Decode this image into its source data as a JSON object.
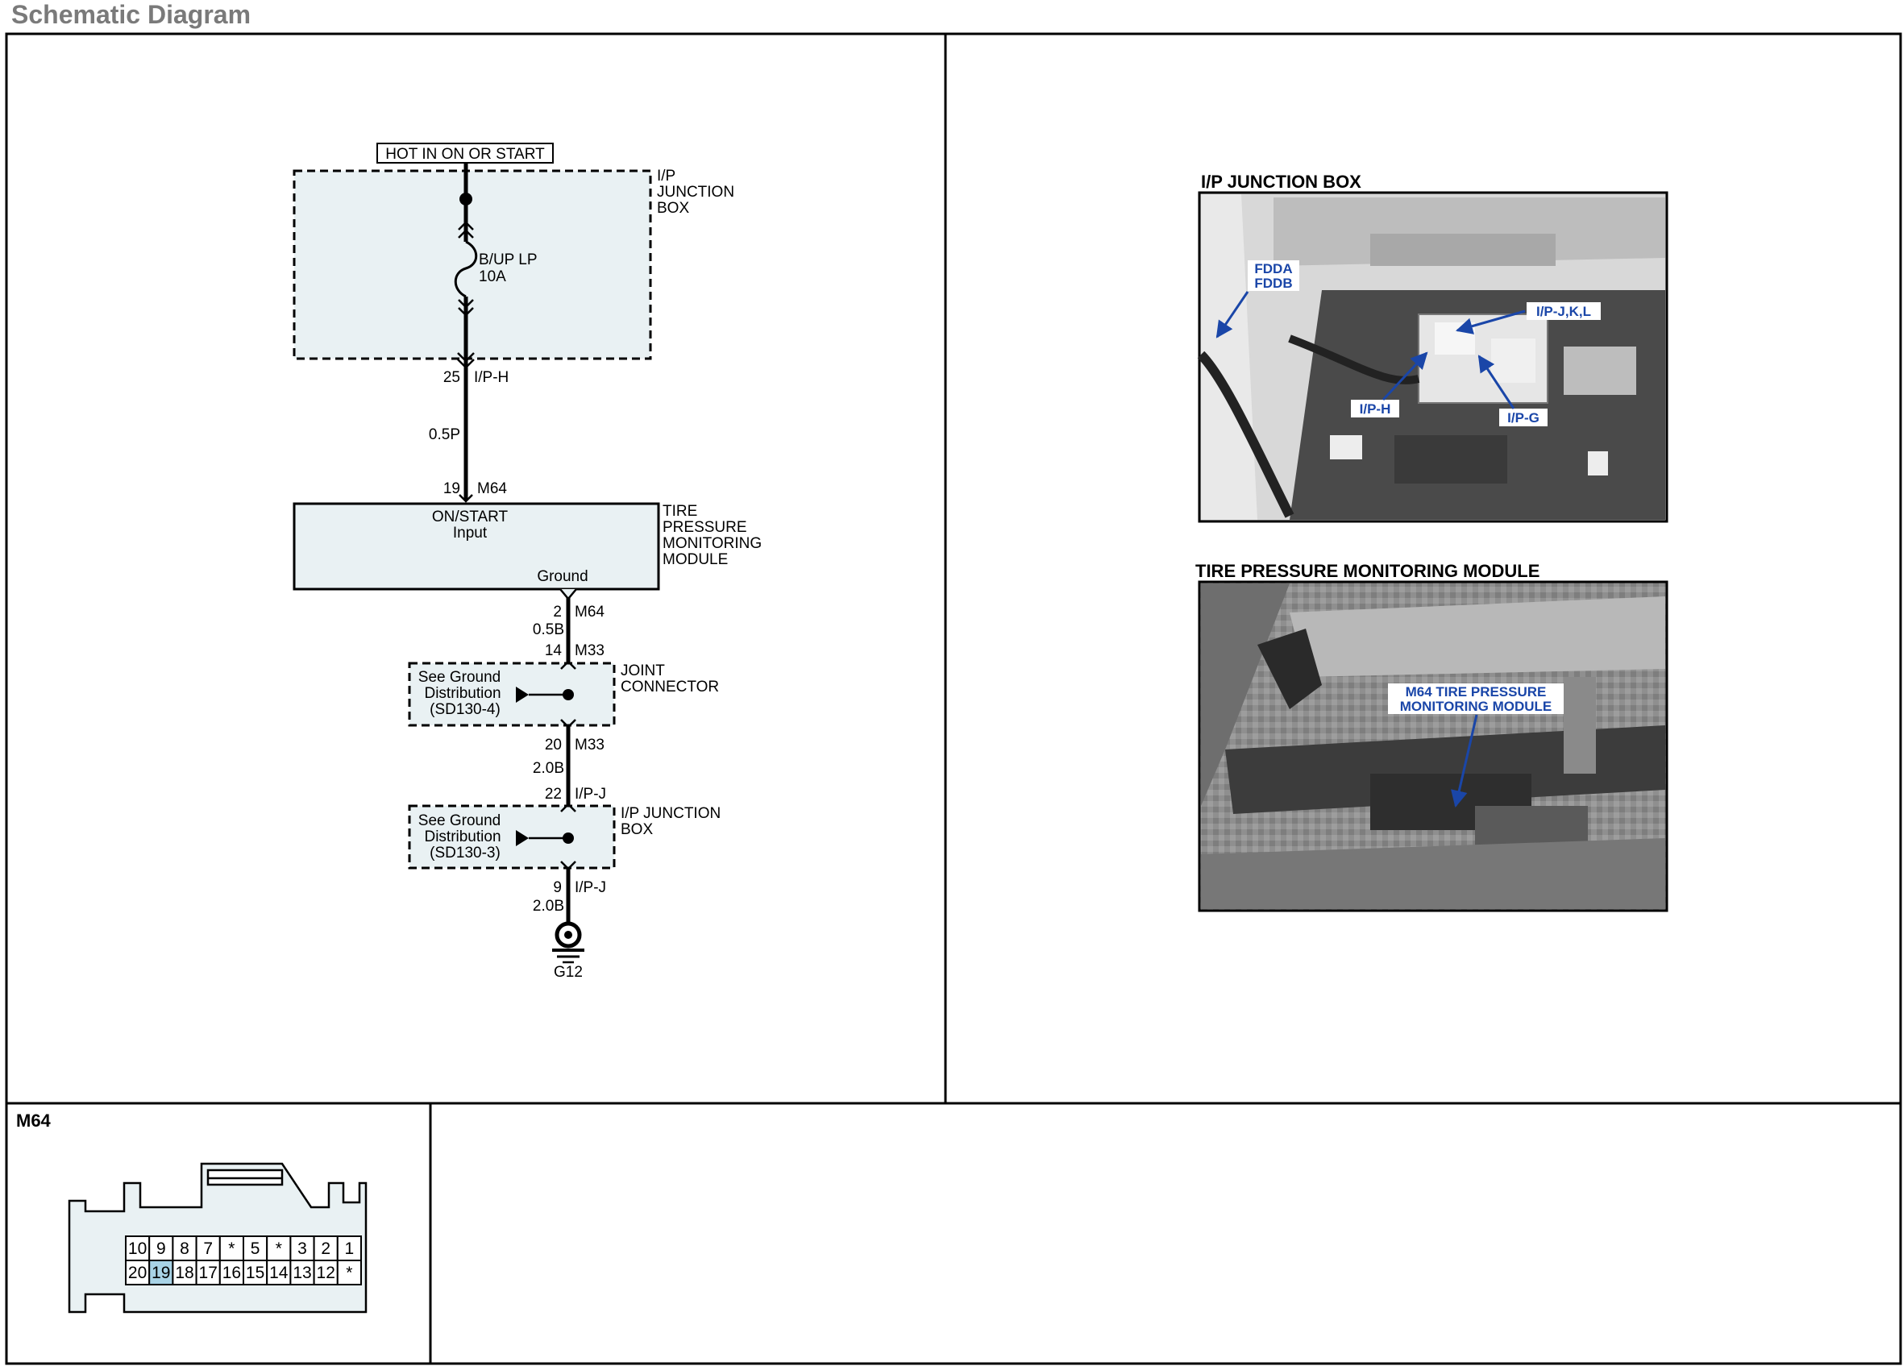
{
  "page": {
    "title": "Schematic Diagram"
  },
  "schematic": {
    "power_label": "HOT IN ON OR START",
    "junction_box_top": {
      "label_lines": [
        "I/P",
        "JUNCTION",
        "BOX"
      ]
    },
    "fuse": {
      "name": "B/UP LP",
      "rating": "10A"
    },
    "wire1": {
      "top_pin": "25",
      "top_conn": "I/P-H",
      "gauge": "0.5P",
      "bottom_pin": "19",
      "bottom_conn": "M64"
    },
    "module": {
      "input_lines": [
        "ON/START",
        "Input"
      ],
      "ground_label": "Ground",
      "name_lines": [
        "TIRE",
        "PRESSURE",
        "MONITORING",
        "MODULE"
      ]
    },
    "wire2": {
      "top_pin": "2",
      "top_conn": "M64",
      "gauge": "0.5B",
      "bottom_pin": "14",
      "bottom_conn": "M33"
    },
    "joint_connector": {
      "ref_lines": [
        "See Ground",
        "Distribution",
        "(SD130-4)"
      ],
      "name_lines": [
        "JOINT",
        "CONNECTOR"
      ]
    },
    "wire3": {
      "top_pin": "20",
      "top_conn": "M33",
      "gauge": "2.0B",
      "bottom_pin": "22",
      "bottom_conn": "I/P-J"
    },
    "junction_box_bottom": {
      "ref_lines": [
        "See Ground",
        "Distribution",
        "(SD130-3)"
      ],
      "name_lines": [
        "I/P JUNCTION",
        "BOX"
      ]
    },
    "wire4": {
      "top_pin": "9",
      "top_conn": "I/P-J",
      "gauge": "2.0B"
    },
    "ground": {
      "name": "G12"
    }
  },
  "photos": {
    "junction_box": {
      "title": "I/P JUNCTION BOX",
      "callouts": [
        "FDDA",
        "FDDB",
        "I/P-J,K,L",
        "I/P-H",
        "I/P-G"
      ]
    },
    "tpms_module": {
      "title": "TIRE PRESSURE MONITORING MODULE",
      "callout_lines": [
        "M64 TIRE PRESSURE",
        "MONITORING MODULE"
      ]
    }
  },
  "connector": {
    "name": "M64",
    "row1": [
      "10",
      "9",
      "8",
      "7",
      "*",
      "5",
      "*",
      "3",
      "2",
      "1"
    ],
    "row2": [
      "20",
      "19",
      "18",
      "17",
      "16",
      "15",
      "14",
      "13",
      "12",
      "*"
    ],
    "highlighted_pin": "19",
    "highlight_color": "#a8d3e6"
  },
  "colors": {
    "box_fill": "#e9f1f3",
    "callout_blue": "#1a46a8",
    "title_gray": "#7a7a7a"
  }
}
